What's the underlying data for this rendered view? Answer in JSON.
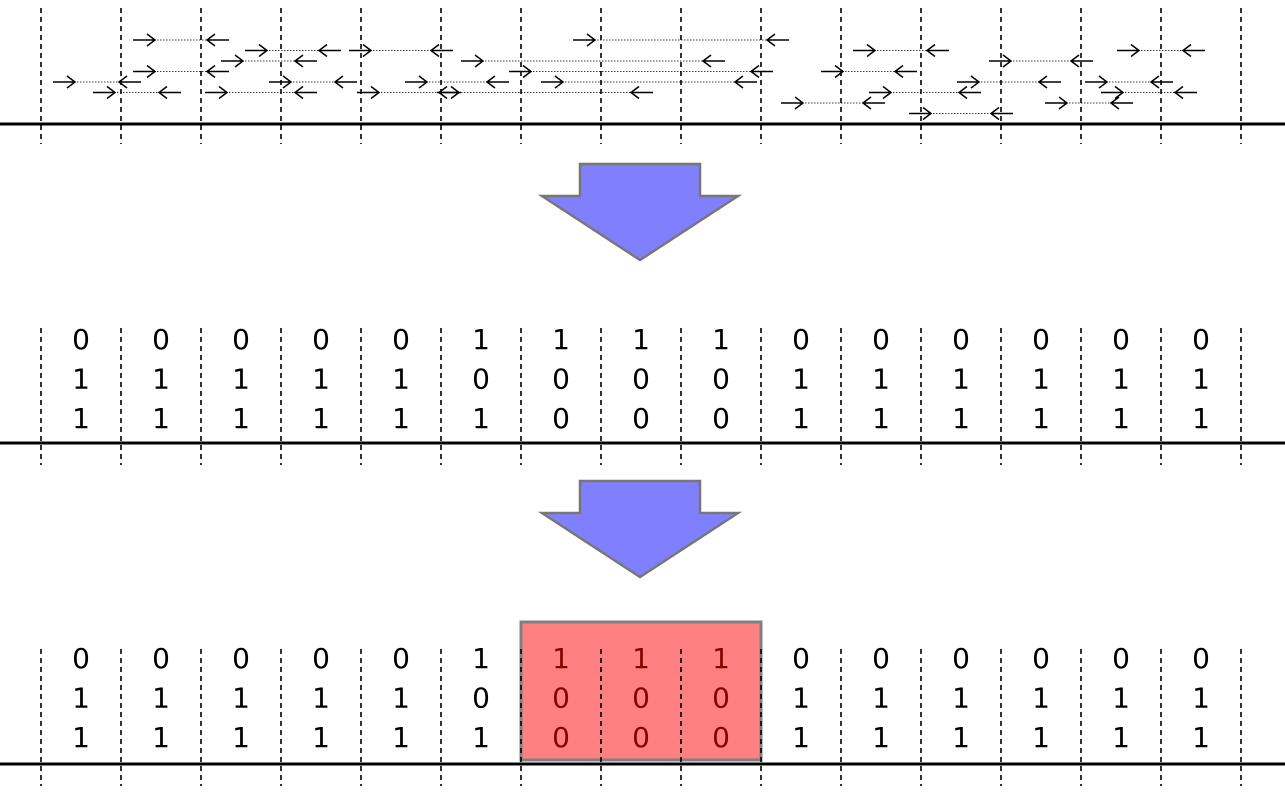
{
  "bins": 15,
  "arrow_fill": "#8080ff",
  "arrow_stroke": "#777777",
  "highlight_fill": "#ff8080",
  "highlight_stroke": "#808080",
  "highlight_text_color": "#8b0000",
  "pairs": [
    {
      "row": 4,
      "from": 0.3,
      "to": 1.1
    },
    {
      "row": 0,
      "from": 1.3,
      "to": 2.2
    },
    {
      "row": 3,
      "from": 1.3,
      "to": 2.2
    },
    {
      "row": 5,
      "from": 0.8,
      "to": 1.6
    },
    {
      "row": 1,
      "from": 2.7,
      "to": 3.6
    },
    {
      "row": 2,
      "from": 2.4,
      "to": 3.3
    },
    {
      "row": 4,
      "from": 3.0,
      "to": 3.8
    },
    {
      "row": 5,
      "from": 2.2,
      "to": 3.3
    },
    {
      "row": 1,
      "from": 4.0,
      "to": 5.0
    },
    {
      "row": 4,
      "from": 4.7,
      "to": 5.7
    },
    {
      "row": 5,
      "from": 4.1,
      "to": 5.1
    },
    {
      "row": 2,
      "from": 5.4,
      "to": 8.4
    },
    {
      "row": 0,
      "from": 6.8,
      "to": 9.2
    },
    {
      "row": 4,
      "from": 6.4,
      "to": 8.8
    },
    {
      "row": 3,
      "from": 6.0,
      "to": 9.0
    },
    {
      "row": 5,
      "from": 5.1,
      "to": 7.5
    },
    {
      "row": 1,
      "from": 10.3,
      "to": 11.2
    },
    {
      "row": 3,
      "from": 9.9,
      "to": 10.8
    },
    {
      "row": 6,
      "from": 9.4,
      "to": 10.4
    },
    {
      "row": 5,
      "from": 10.5,
      "to": 11.6
    },
    {
      "row": 7,
      "from": 11.0,
      "to": 12.0
    },
    {
      "row": 4,
      "from": 11.6,
      "to": 12.6
    },
    {
      "row": 2,
      "from": 12.0,
      "to": 13.0
    },
    {
      "row": 6,
      "from": 12.7,
      "to": 13.5
    },
    {
      "row": 1,
      "from": 13.6,
      "to": 14.4
    },
    {
      "row": 4,
      "from": 13.2,
      "to": 14.0
    },
    {
      "row": 5,
      "from": 13.4,
      "to": 14.3
    }
  ],
  "matrix": [
    [
      0,
      0,
      0,
      0,
      0,
      1,
      1,
      1,
      1,
      0,
      0,
      0,
      0,
      0,
      0
    ],
    [
      1,
      1,
      1,
      1,
      1,
      0,
      0,
      0,
      0,
      1,
      1,
      1,
      1,
      1,
      1
    ],
    [
      1,
      1,
      1,
      1,
      1,
      1,
      0,
      0,
      0,
      1,
      1,
      1,
      1,
      1,
      1
    ]
  ],
  "highlight": {
    "start": 6,
    "end": 8
  }
}
